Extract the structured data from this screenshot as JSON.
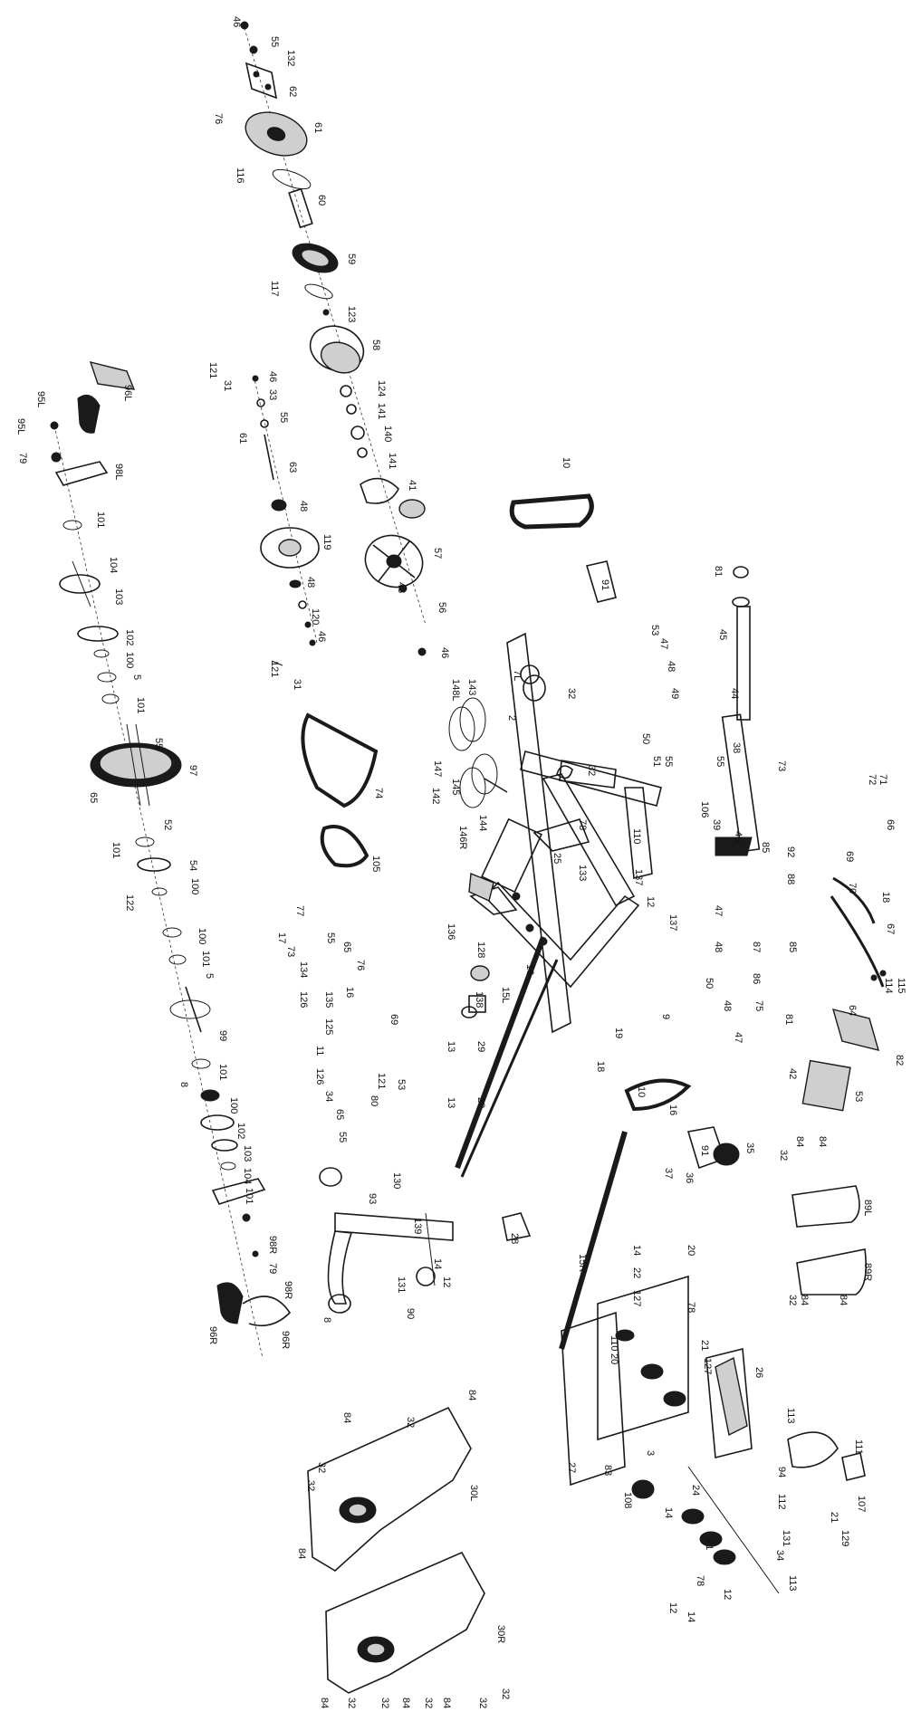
{
  "labels": {
    "l46": "46",
    "l55": "55",
    "l132": "132",
    "l62": "62",
    "l76": "76",
    "l61": "61",
    "l116": "116",
    "l60": "60",
    "l59": "59",
    "l117": "117",
    "l123": "123",
    "l58": "58",
    "l124": "124",
    "l141": "141",
    "l140": "140",
    "l41": "41",
    "l57": "57",
    "l43": "43",
    "l56": "56",
    "l10": "10",
    "l91": "91",
    "l81": "81",
    "l45": "45",
    "l44": "44",
    "l95L": "95L",
    "l98L": "98L",
    "l96L": "96L",
    "l79": "79",
    "l101": "101",
    "l104": "104",
    "l103": "103",
    "l102": "102",
    "l100": "100",
    "l5": "5",
    "l97": "97",
    "l65": "65",
    "l52": "52",
    "l54": "54",
    "l122": "122",
    "l99": "99",
    "l8": "8",
    "l96R": "96R",
    "l98R": "98R",
    "l119": "119",
    "l48": "48",
    "l63": "63",
    "l33": "33",
    "l31": "31",
    "l121": "121",
    "l120": "120",
    "l74": "74",
    "l105": "105",
    "l148L": "148L",
    "l143": "143",
    "l147": "147",
    "l145": "145",
    "l142": "142",
    "l144": "144",
    "l146R": "146R",
    "l7L": "7L",
    "l2": "2",
    "l32": "32",
    "l78": "78",
    "l25": "25",
    "l136": "136",
    "l128": "128",
    "l138": "138",
    "l15L": "15L",
    "l13": "13",
    "l29": "29",
    "l28": "28",
    "l15R": "15R",
    "l73": "73",
    "l72": "72",
    "l71": "71",
    "l66": "66",
    "l69": "69",
    "l70": "70",
    "l18": "18",
    "l67": "67",
    "l114": "114",
    "l115": "115",
    "l64": "64",
    "l82": "82",
    "l42": "42",
    "l53": "53",
    "l35": "35",
    "l37": "37",
    "l36": "36",
    "l84": "84",
    "l89L": "89L",
    "l89R": "89R",
    "l93": "93",
    "l130": "130",
    "l139": "139",
    "l90": "90",
    "l131": "131",
    "l12": "12",
    "l20": "20",
    "l21": "21",
    "l127": "127",
    "l22": "22",
    "l26": "26",
    "l27": "27",
    "l83": "83",
    "l3": "3",
    "l24": "24",
    "l108": "108",
    "l113": "113",
    "l111": "111",
    "l107": "107",
    "l129": "129",
    "l30L": "30L",
    "l30R": "30R",
    "l110": "110",
    "l137": "137",
    "l106": "106",
    "l47": "47",
    "l49": "49",
    "l50": "50",
    "l51": "51",
    "l92": "92",
    "l85": "85",
    "l87": "87",
    "l86": "86",
    "l75": "75",
    "l40": "40",
    "l39": "39",
    "l77": "77",
    "l17": "17",
    "l134": "134",
    "l135": "135",
    "l11": "11",
    "l126": "126",
    "l34": "34",
    "l80": "80",
    "l16": "16",
    "l19": "19",
    "l14": "14",
    "l125": "125",
    "l112": "112",
    "l94": "94",
    "l133": "133",
    "l38": "38",
    "l88": "88",
    "l9": "9"
  }
}
